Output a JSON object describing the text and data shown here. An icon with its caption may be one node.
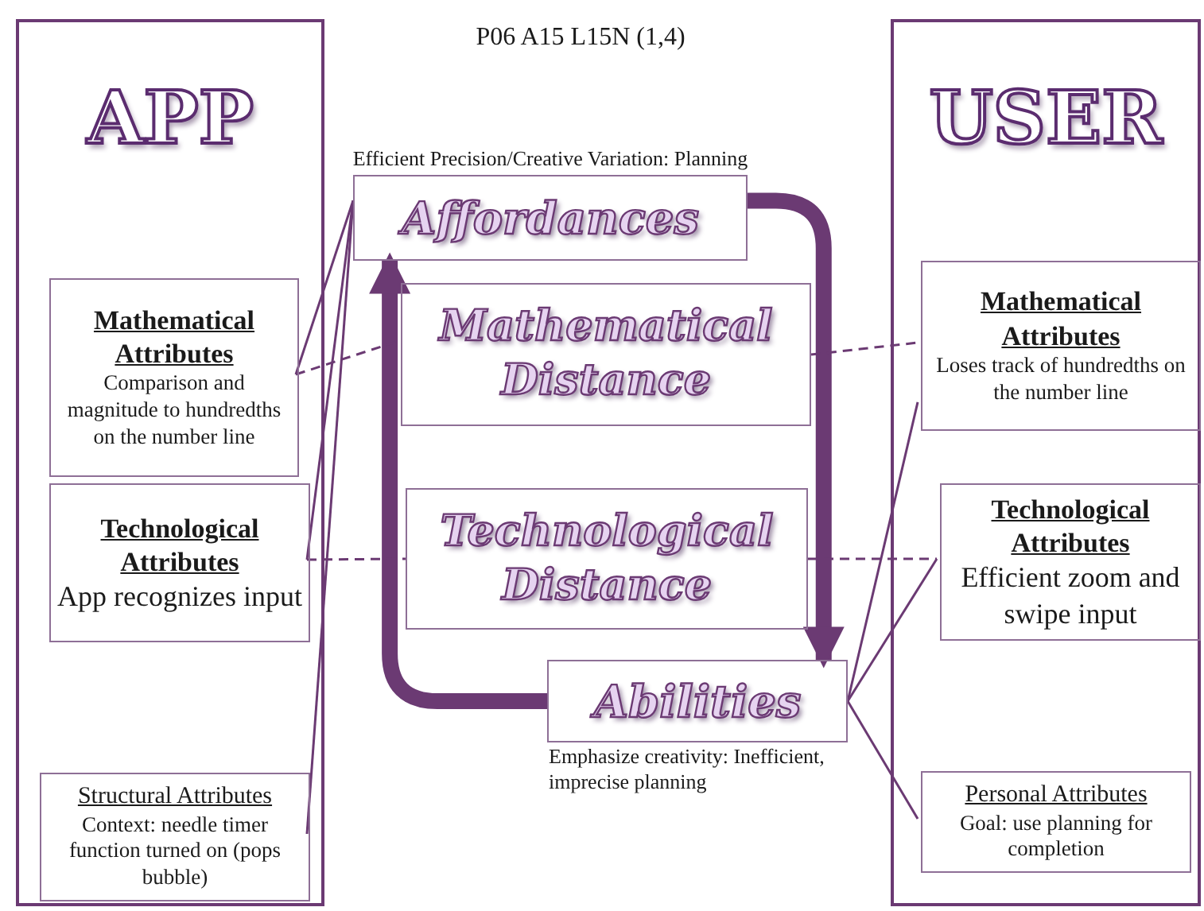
{
  "diagram": {
    "title": "P06 A15 L15N (1,4)",
    "nodes": [
      {
        "text": [
          "APP"
        ]
      },
      {
        "text": [
          "USER"
        ]
      },
      {
        "text": [
          "Mathematical Attributes",
          "Comparison and magnitude to hundredths on the number line"
        ],
        "in": 0
      },
      {
        "text": [
          "Technological Attributes",
          "App recognizes input"
        ],
        "in": 0
      },
      {
        "text": [
          "Structural Attributes",
          "Context: needle timer function turned on (pops bubble)"
        ],
        "in": 0
      },
      {
        "text": [
          "Mathematical Attributes",
          "Loses track of hundredths on the number line"
        ],
        "in": 1
      },
      {
        "text": [
          "Technological Attributes",
          "Efficient zoom and swipe input"
        ],
        "in": 1
      },
      {
        "text": [
          "Personal Attributes",
          "Goal: use planning for completion"
        ],
        "in": 1
      },
      {
        "text": [
          "Affordances"
        ],
        "beside": [
          "Efficient Precision/Creative Variation: Planning"
        ]
      },
      {
        "text": [
          "Mathematical Distance"
        ]
      },
      {
        "text": [
          "Technological Distance"
        ]
      },
      {
        "text": [
          "Abilities"
        ],
        "beside": [
          "Emphasize creativity: Inefficient, imprecise planning"
        ]
      }
    ],
    "edges": [
      {
        "from": 8,
        "to": 11,
        "arrow": "to",
        "style": "thick"
      },
      {
        "from": 11,
        "to": 8,
        "arrow": "to",
        "style": "thick"
      },
      {
        "from": 8,
        "to": 2,
        "arrow": "none"
      },
      {
        "from": 8,
        "to": 3,
        "arrow": "none"
      },
      {
        "from": 8,
        "to": 4,
        "arrow": "none"
      },
      {
        "from": 2,
        "to": 9,
        "arrow": "none",
        "style": "dashed"
      },
      {
        "from": 3,
        "to": 10,
        "arrow": "none",
        "style": "dashed"
      },
      {
        "from": 11,
        "to": 5,
        "arrow": "none"
      },
      {
        "from": 11,
        "to": 6,
        "arrow": "none"
      },
      {
        "from": 11,
        "to": 7,
        "arrow": "none"
      },
      {
        "from": 9,
        "to": 5,
        "arrow": "none",
        "style": "dashed"
      },
      {
        "from": 10,
        "to": 6,
        "arrow": "none",
        "style": "dashed"
      }
    ]
  }
}
